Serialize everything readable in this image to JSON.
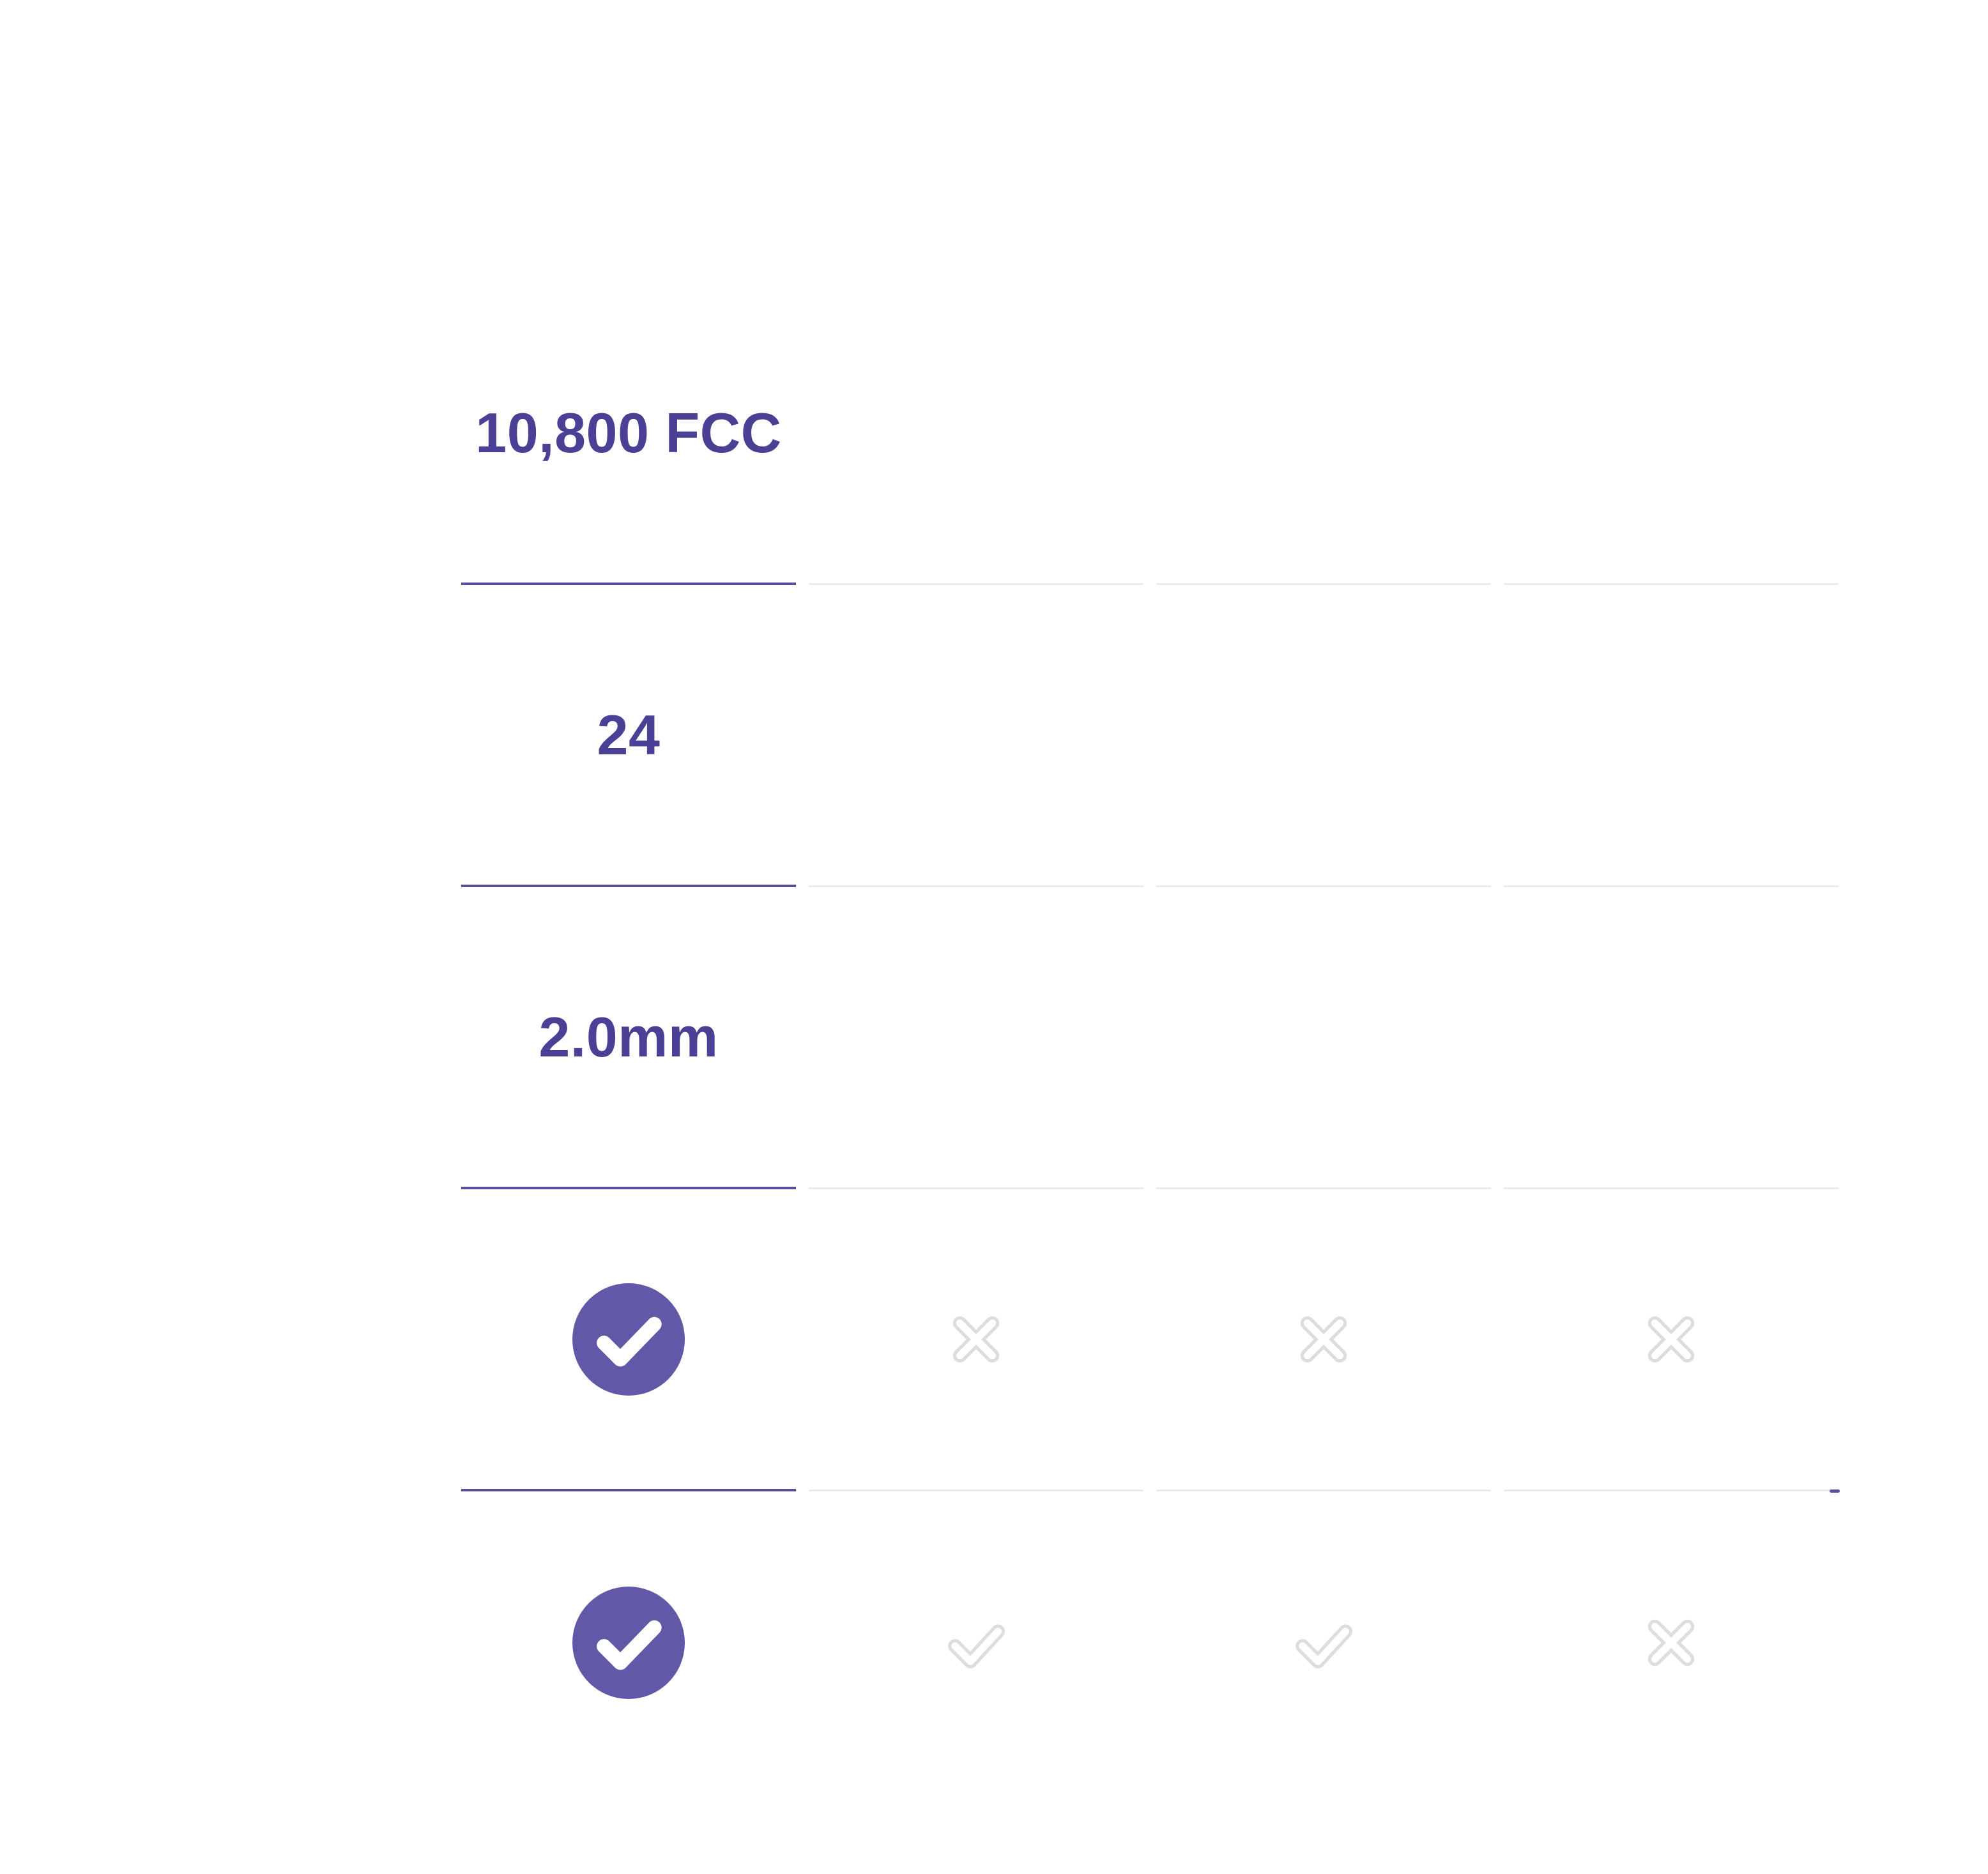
{
  "comparison_table": {
    "rows": [
      {
        "type": "text",
        "cells": [
          "10,800 FCC",
          "",
          "",
          ""
        ]
      },
      {
        "type": "text",
        "cells": [
          "24",
          "",
          "",
          ""
        ]
      },
      {
        "type": "text",
        "cells": [
          "2.0mm",
          "",
          "",
          ""
        ]
      },
      {
        "type": "icon",
        "cells": [
          "check-circle-filled",
          "cross",
          "cross",
          "cross"
        ]
      },
      {
        "type": "icon",
        "cells": [
          "check-circle-filled",
          "check",
          "check",
          "cross"
        ]
      }
    ]
  },
  "icons": {
    "featured_positive": "check-circle-filled-icon",
    "positive": "check-icon",
    "negative": "cross-icon"
  },
  "colors": {
    "accent": "#6158a8",
    "accent_dark": "#5a4e9d",
    "text": "#4a4197",
    "muted_icon": "#dcdce3",
    "divider": "#eaeaef",
    "icon_inner": "#ffffff"
  }
}
